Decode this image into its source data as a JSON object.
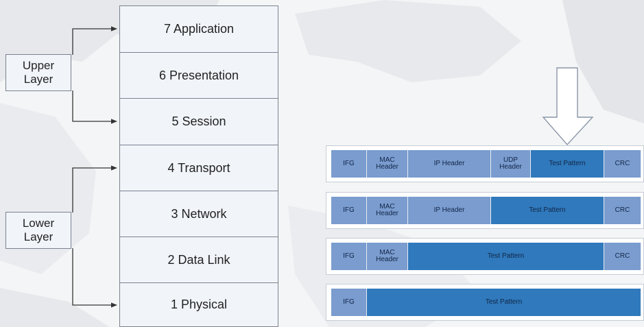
{
  "osi_layers": [
    {
      "label": "7 Application"
    },
    {
      "label": "6 Presentation"
    },
    {
      "label": "5 Session"
    },
    {
      "label": "4 Transport"
    },
    {
      "label": "3 Network"
    },
    {
      "label": "2 Data Link"
    },
    {
      "label": "1 Physical"
    }
  ],
  "groups": {
    "upper": {
      "line1": "Upper",
      "line2": "Layer"
    },
    "lower": {
      "line1": "Lower",
      "line2": "Layer"
    }
  },
  "frames": [
    {
      "segments": [
        {
          "line1": "IFG",
          "line2": "",
          "shade": "light"
        },
        {
          "line1": "MAC",
          "line2": "Header",
          "shade": "light"
        },
        {
          "line1": "IP Header",
          "line2": "",
          "shade": "light"
        },
        {
          "line1": "UDP",
          "line2": "Header",
          "shade": "light"
        },
        {
          "line1": "Test Pattern",
          "line2": "",
          "shade": "dark"
        },
        {
          "line1": "CRC",
          "line2": "",
          "shade": "light"
        }
      ]
    },
    {
      "segments": [
        {
          "line1": "IFG",
          "line2": "",
          "shade": "light"
        },
        {
          "line1": "MAC",
          "line2": "Header",
          "shade": "light"
        },
        {
          "line1": "IP Header",
          "line2": "",
          "shade": "light"
        },
        {
          "line1": "Test Pattern",
          "line2": "",
          "shade": "dark"
        },
        {
          "line1": "CRC",
          "line2": "",
          "shade": "light"
        }
      ]
    },
    {
      "segments": [
        {
          "line1": "IFG",
          "line2": "",
          "shade": "light"
        },
        {
          "line1": "MAC",
          "line2": "Header",
          "shade": "light"
        },
        {
          "line1": "Test Pattern",
          "line2": "",
          "shade": "dark"
        },
        {
          "line1": "CRC",
          "line2": "",
          "shade": "light"
        }
      ]
    },
    {
      "segments": [
        {
          "line1": "IFG",
          "line2": "",
          "shade": "light"
        },
        {
          "line1": "Test Pattern",
          "line2": "",
          "shade": "dark"
        }
      ]
    }
  ],
  "colors": {
    "light_segment": "#7a9ccf",
    "dark_segment": "#2f79bc",
    "box_fill": "#f1f4f9",
    "connector": "#333333"
  },
  "icons": {
    "arrow": "down-arrow-icon",
    "pointer": "arrow-right-icon"
  }
}
